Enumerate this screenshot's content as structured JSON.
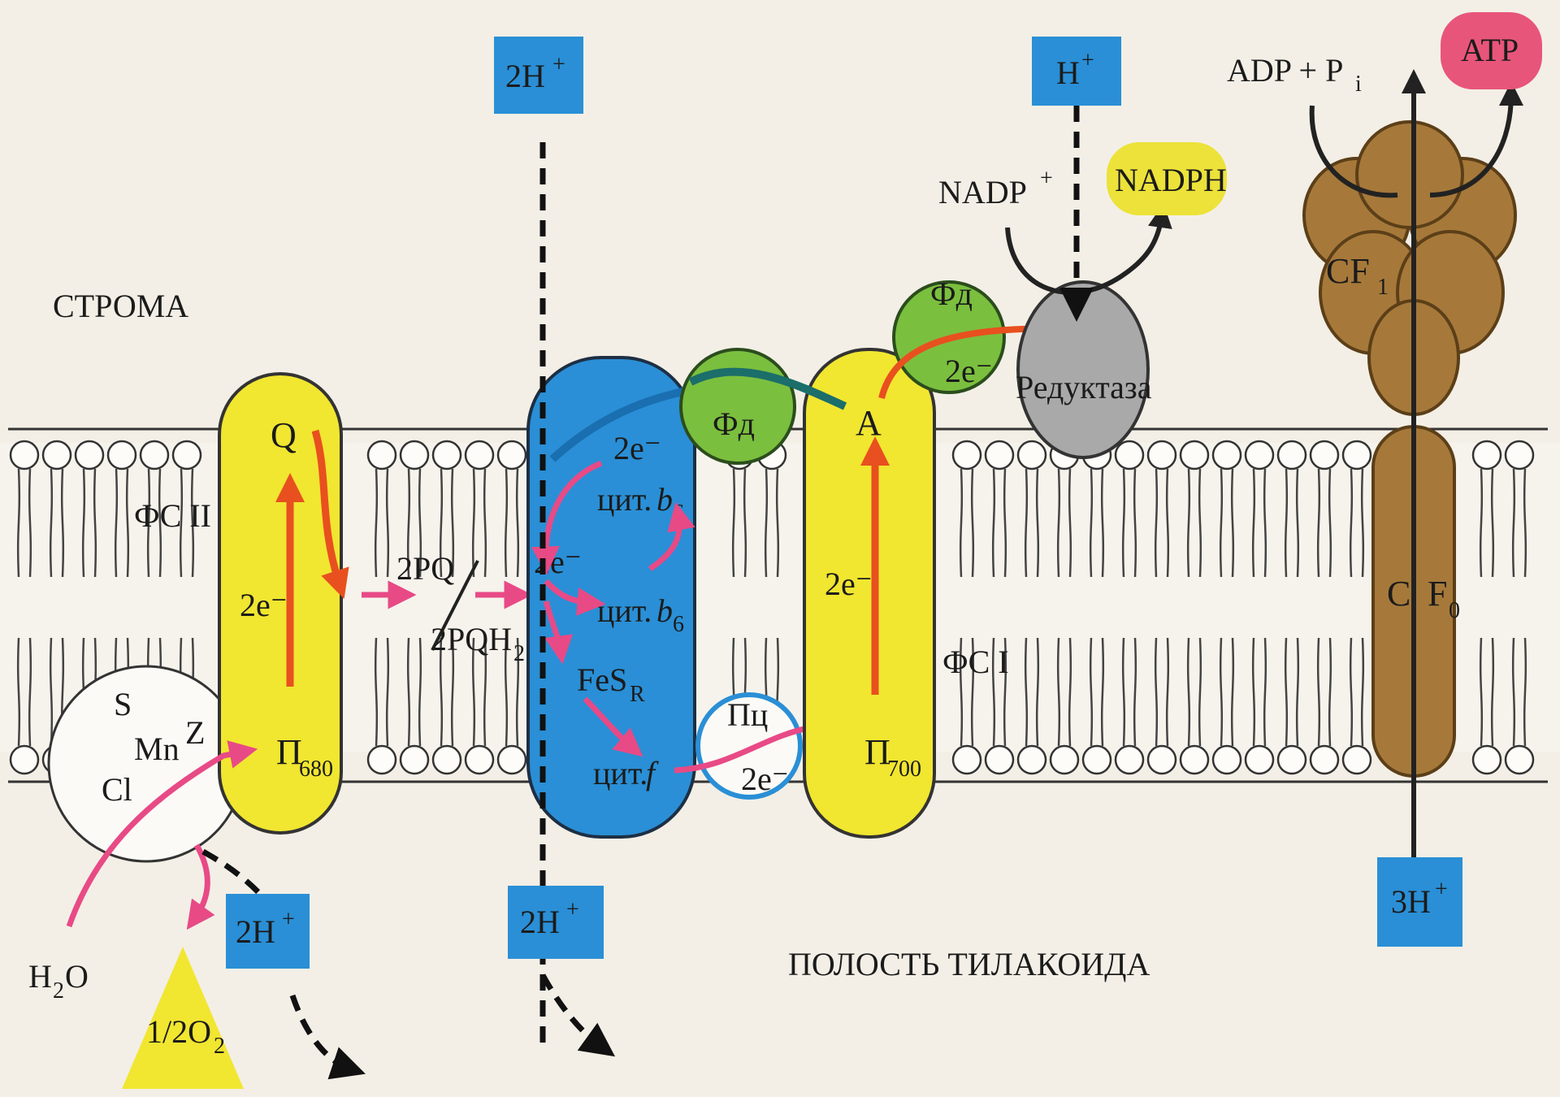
{
  "labels": {
    "stroma": "СТРОМА",
    "lumen": "ПОЛОСТЬ ТИЛАКОИДА",
    "ps2": "ФС II",
    "ps1": "ФС I",
    "q": "Q",
    "p680": "П",
    "p680_sub": "680",
    "p700": "П",
    "p700_sub": "700",
    "a": "A",
    "e_ps2": "2e⁻",
    "e_ps1": "2e⁻",
    "e_cyt1": "2e⁻",
    "e_cyt2": "2e⁻",
    "e_pc": "2e⁻",
    "e_fd": "2e⁻",
    "pq": "2PQ",
    "pqh2": "2PQH",
    "pqh2_sub": "2",
    "cyt_b6_1": "цит.",
    "cyt_b6_2": "цит.",
    "b6": "b",
    "b6_sub": "6",
    "fesr": "FeS",
    "fesr_sub": "R",
    "cyt_f": "цит.",
    "cyt_f_letter": "f",
    "pc": "Пц",
    "fd_mid": "Фд",
    "fd_top": "Фд",
    "reductase": "Редуктаза",
    "nadp": "NADP",
    "nadp_sup": "+",
    "nadph": "NADPH",
    "h_top": "H",
    "h_top_sup": "+",
    "h2_cyt_top": "2H",
    "h2_cyt_top_sup": "+",
    "h2_cyt_bottom": "2H",
    "h2_cyt_bottom_sup": "+",
    "h2_ps2": "2H",
    "h2_ps2_sup": "+",
    "h3": "3H",
    "h3_sup": "+",
    "adp": "ADP + P",
    "adp_sub": "i",
    "atp": "ATP",
    "cf1": "CF",
    "cf1_sub": "1",
    "cf0_c": "C",
    "cf0_f": "F",
    "cf0_sub": "0",
    "h2o": "H",
    "h2o_sub": "2",
    "h2o_o": " O",
    "o2": "1/2O",
    "o2_sub": "2",
    "s": "S",
    "mn": "Mn",
    "z": "Z",
    "cl": "Cl"
  },
  "colors": {
    "background": "#f3efe6",
    "yellow_complex": "#f1e630",
    "cytochrome": "#2a8fd6",
    "proton_box": "#2a8fd6",
    "ferredoxin": "#7bbf3e",
    "reductase": "#a9a9a9",
    "atp_synthase": "#a6793a",
    "atp_badge": "#e8557a",
    "nadph_badge": "#ece23a",
    "electron_arrow": "#e84a86",
    "excitation_arrow": "#e8501f"
  }
}
